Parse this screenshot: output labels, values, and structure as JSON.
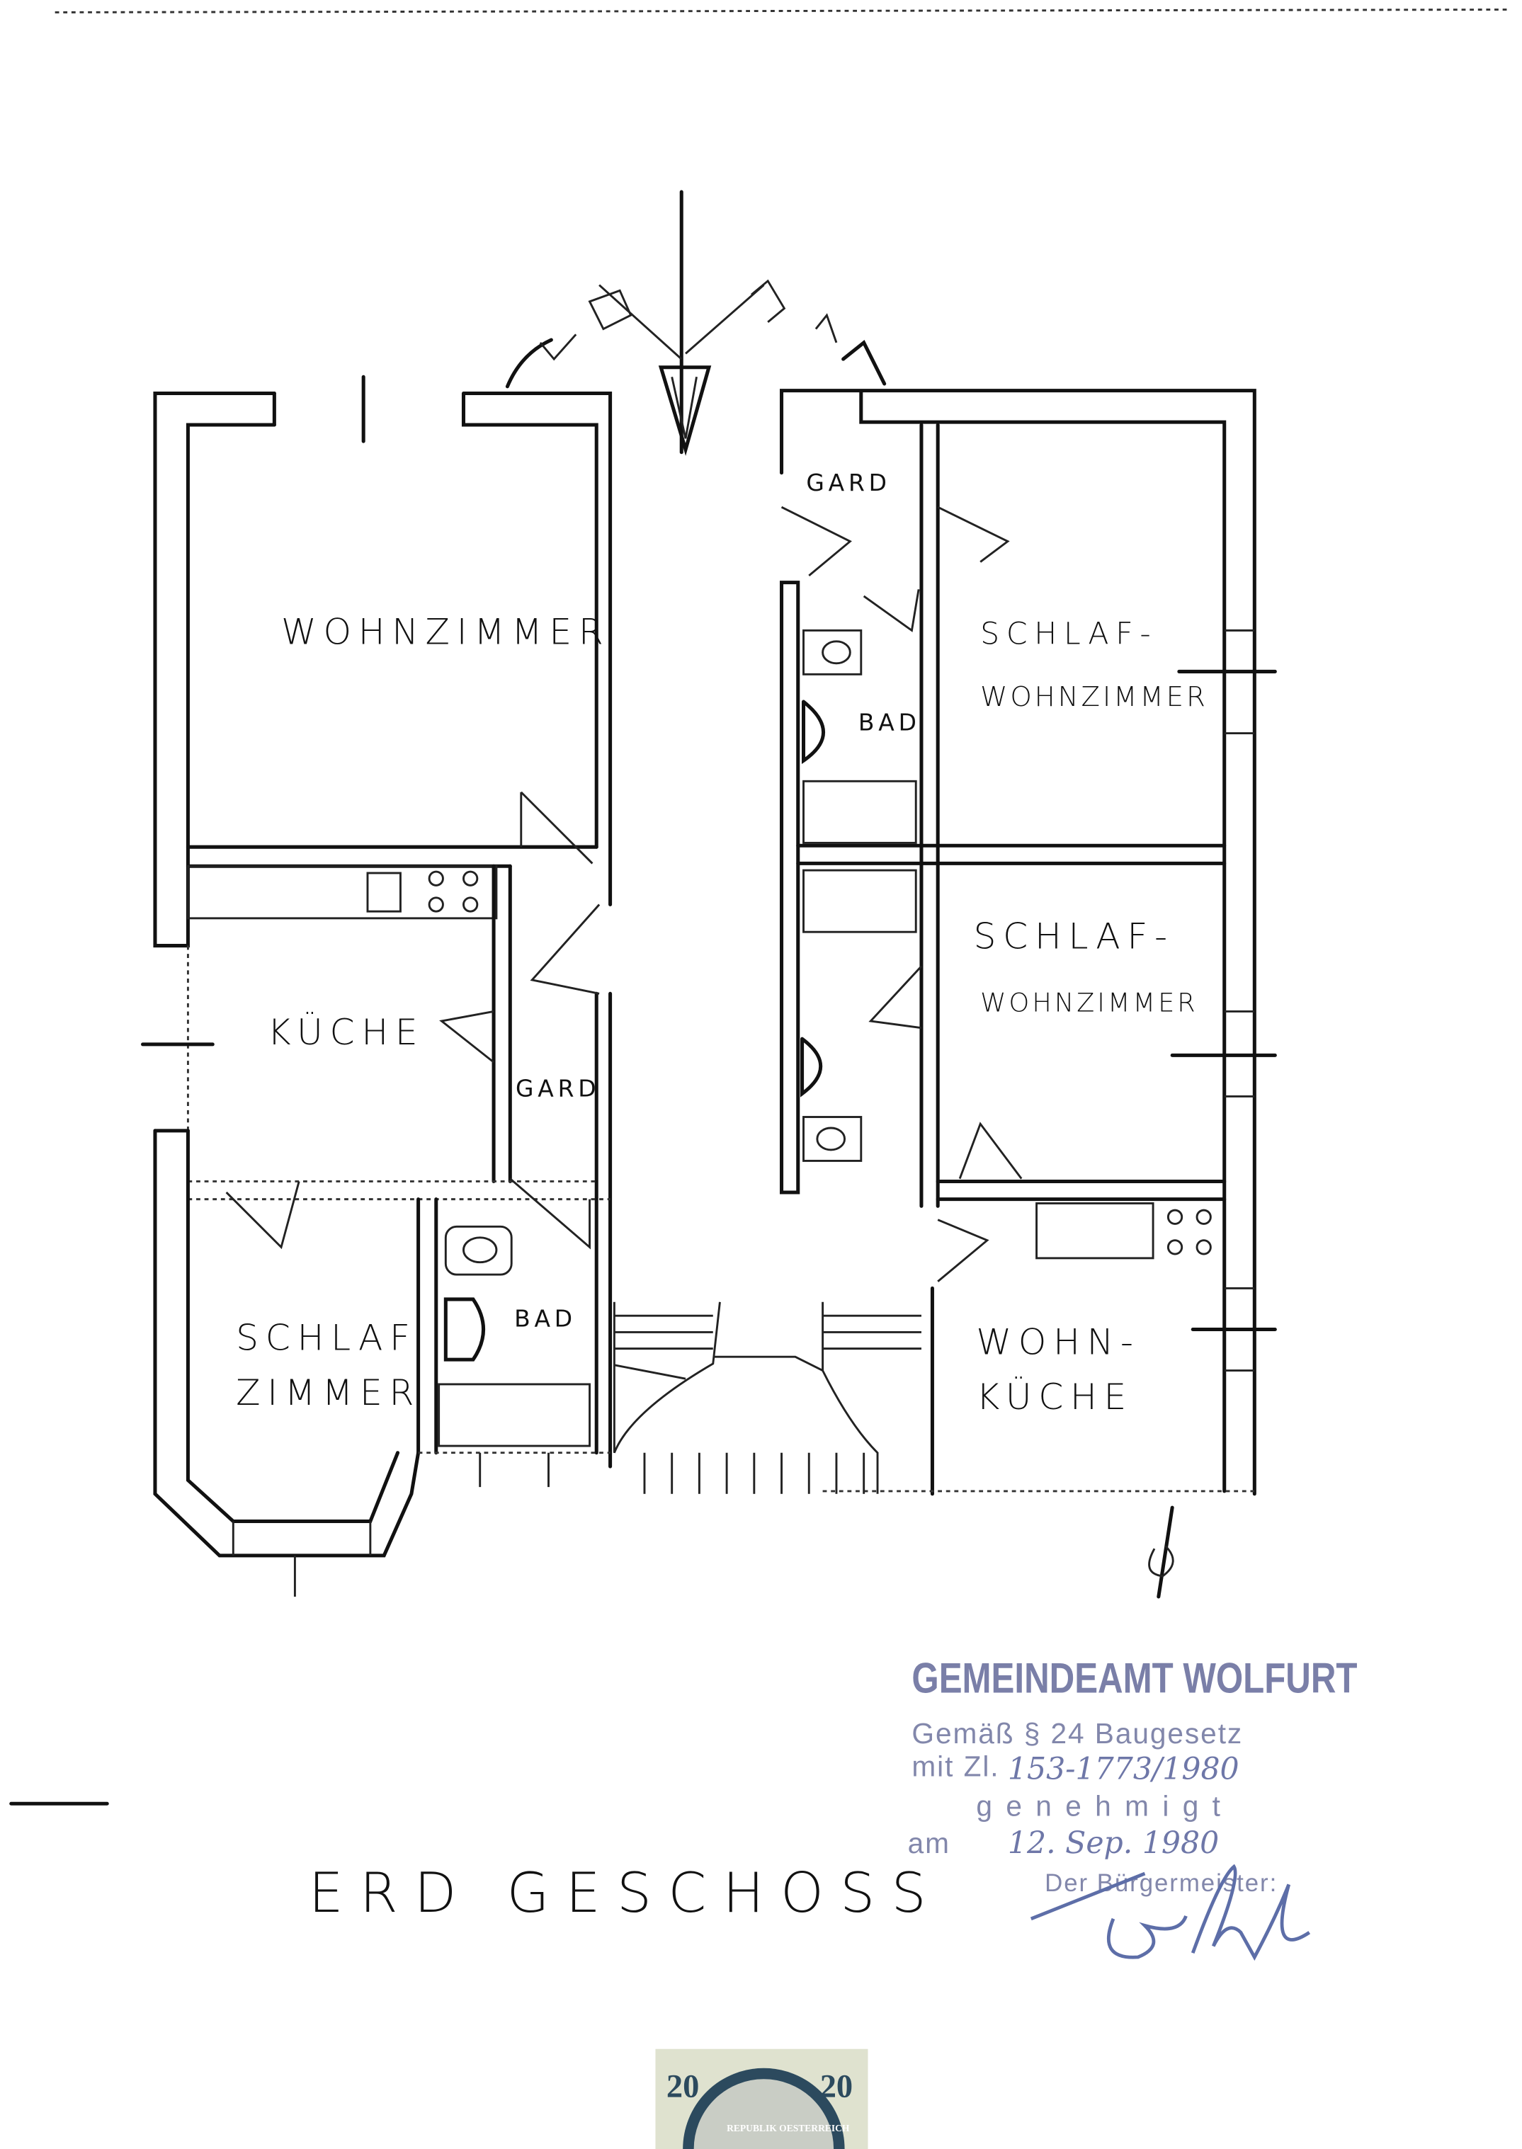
{
  "plan": {
    "title": "ERD GESCHOSS",
    "rooms": {
      "wohnzimmer": "WOHNZIMMER",
      "kueche": "KÜCHE",
      "gard_left": "GARD",
      "bad_left": "BAD",
      "schlafzimmer_1": "SCHLAF",
      "schlafzimmer_2": "ZIMMER",
      "gard_right": "GARD",
      "bad_right": "BAD",
      "schlaf_wohn_upper_1": "SCHLAF-",
      "schlaf_wohn_upper_2": "WOHNZIMMER",
      "schlaf_wohn_lower_1": "SCHLAF-",
      "schlaf_wohn_lower_2": "WOHNZIMMER",
      "wohnkueche_1": "WOHN-",
      "wohnkueche_2": "KÜCHE"
    }
  },
  "approval_stamp": {
    "authority": "GEMEINDEAMT WOLFURT",
    "line_basis": "Gemäß § 24 Baugesetz",
    "line_ref_label": "mit Zl.",
    "reference_number": "153-1773/1980",
    "status": "genehmigt",
    "date_label": "am",
    "date": "12. Sep. 1980",
    "signatory": "Der Bürgermeister:",
    "signature": "Gebhard"
  },
  "revenue_stamp": {
    "value_left": "20",
    "value_right": "20",
    "arc_text": "REPUBLIK OESTERREICH"
  },
  "colors": {
    "ink": "#111111",
    "stamp": "#7a7fa8",
    "revenue_stamp": "#2c4a5e"
  }
}
